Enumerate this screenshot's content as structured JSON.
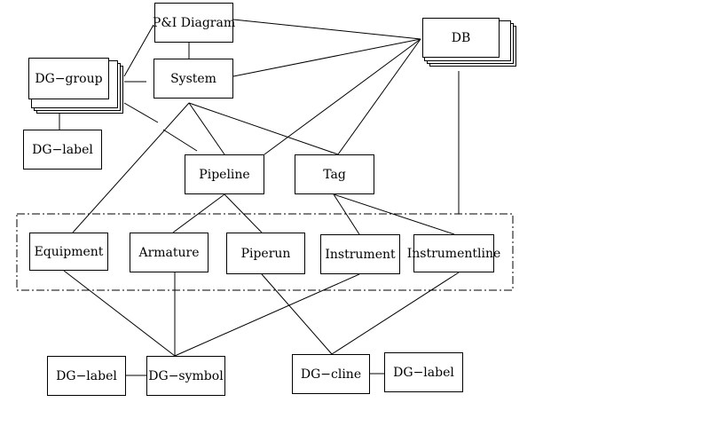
{
  "nodes": {
    "pid_diagram": "P&I Diagram",
    "db": "DB",
    "dg_group": "DG−group",
    "system": "System",
    "dg_label_top": "DG−label",
    "pipeline": "Pipeline",
    "tag": "Tag",
    "equipment": "Equipment",
    "armature": "Armature",
    "piperun": "Piperun",
    "instrument": "Instrument",
    "instrumentline": "Instrumentline",
    "dg_label_bottom_left": "DG−label",
    "dg_symbol": "DG−symbol",
    "dg_cline": "DG−cline",
    "dg_label_bottom_right": "DG−label"
  }
}
